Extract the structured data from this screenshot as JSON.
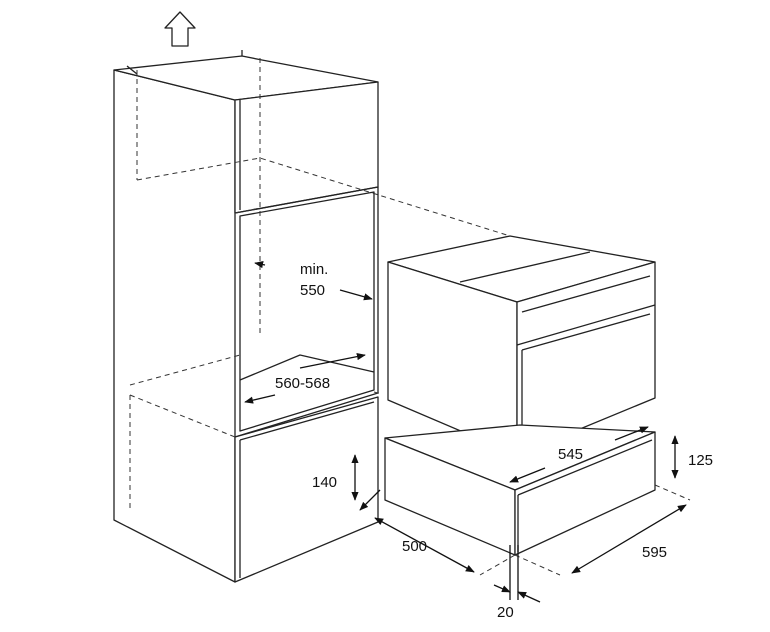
{
  "diagram": {
    "labels": {
      "min": "min.",
      "depth_550": "550",
      "width_560_568": "560-568",
      "height_140": "140",
      "depth_500": "500",
      "gap_20": "20",
      "depth_545": "545",
      "height_125": "125",
      "width_595": "595"
    },
    "icons": {
      "ventilation": "up-arrow-icon"
    }
  }
}
